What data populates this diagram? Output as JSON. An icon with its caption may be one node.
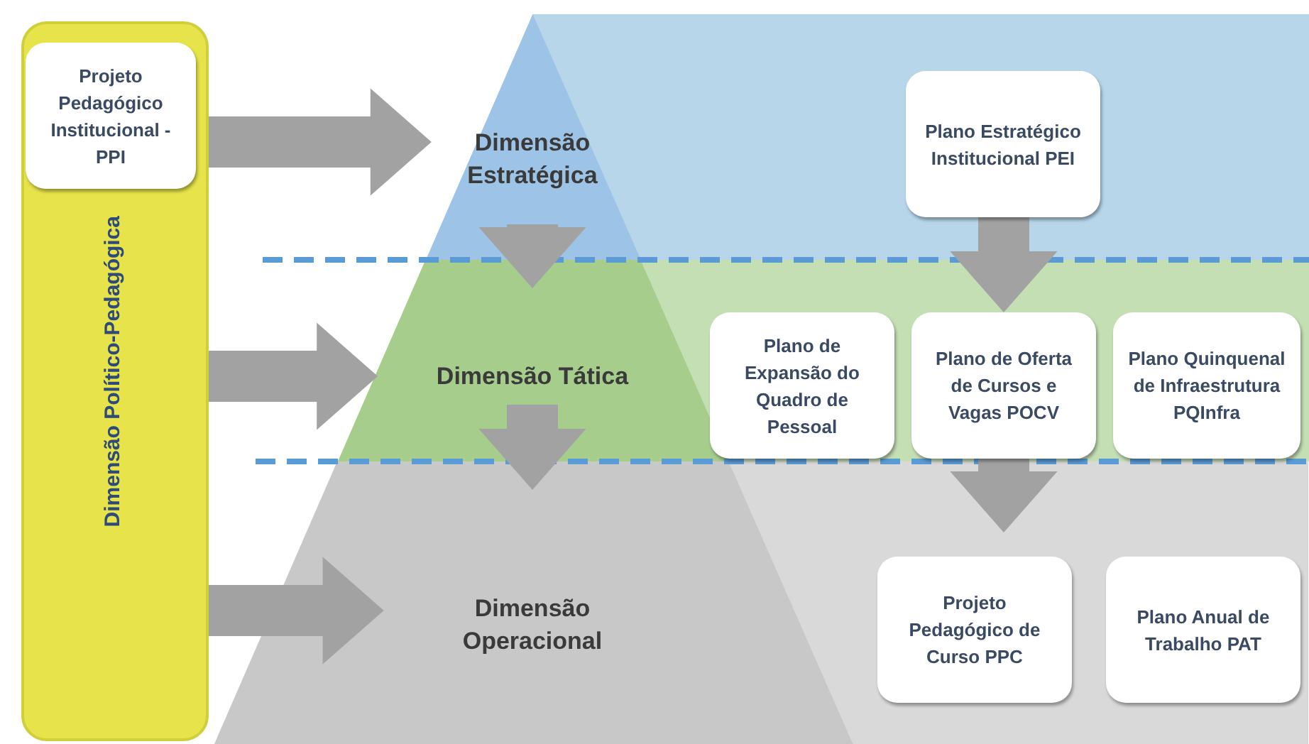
{
  "diagram": {
    "nodes": [
      {
        "text": [
          "Dimensão Político-Pedagógica"
        ]
      },
      {
        "text": [
          "Projeto Pedagógico Institucional - PPI"
        ],
        "in": 0
      },
      {
        "text": [
          "Dimensão Estratégica"
        ]
      },
      {
        "text": [
          "Plano Estratégico Institucional PEI"
        ],
        "in": 2
      },
      {
        "text": [
          "Dimensão Tática"
        ]
      },
      {
        "text": [
          "Plano de Expansão do Quadro de Pessoal"
        ],
        "in": 4
      },
      {
        "text": [
          "Plano de Oferta de Cursos e Vagas POCV"
        ],
        "in": 4
      },
      {
        "text": [
          "Plano Quinquenal de Infraestrutura PQInfra"
        ],
        "in": 4
      },
      {
        "text": [
          "Dimensão Operacional"
        ]
      },
      {
        "text": [
          "Projeto Pedagógico de Curso PPC"
        ],
        "in": 8
      },
      {
        "text": [
          "Plano Anual de Trabalho PAT"
        ],
        "in": 8
      }
    ],
    "edges": [
      {
        "from": 0,
        "to": 2,
        "arrow": "to"
      },
      {
        "from": 0,
        "to": 4,
        "arrow": "to"
      },
      {
        "from": 0,
        "to": 8,
        "arrow": "to"
      },
      {
        "from": 2,
        "to": 4,
        "arrow": "to"
      },
      {
        "from": 3,
        "to": 6,
        "arrow": "to"
      },
      {
        "from": 4,
        "to": 8,
        "arrow": "to"
      },
      {
        "from": 6,
        "to": 8,
        "arrow": "to"
      }
    ]
  }
}
